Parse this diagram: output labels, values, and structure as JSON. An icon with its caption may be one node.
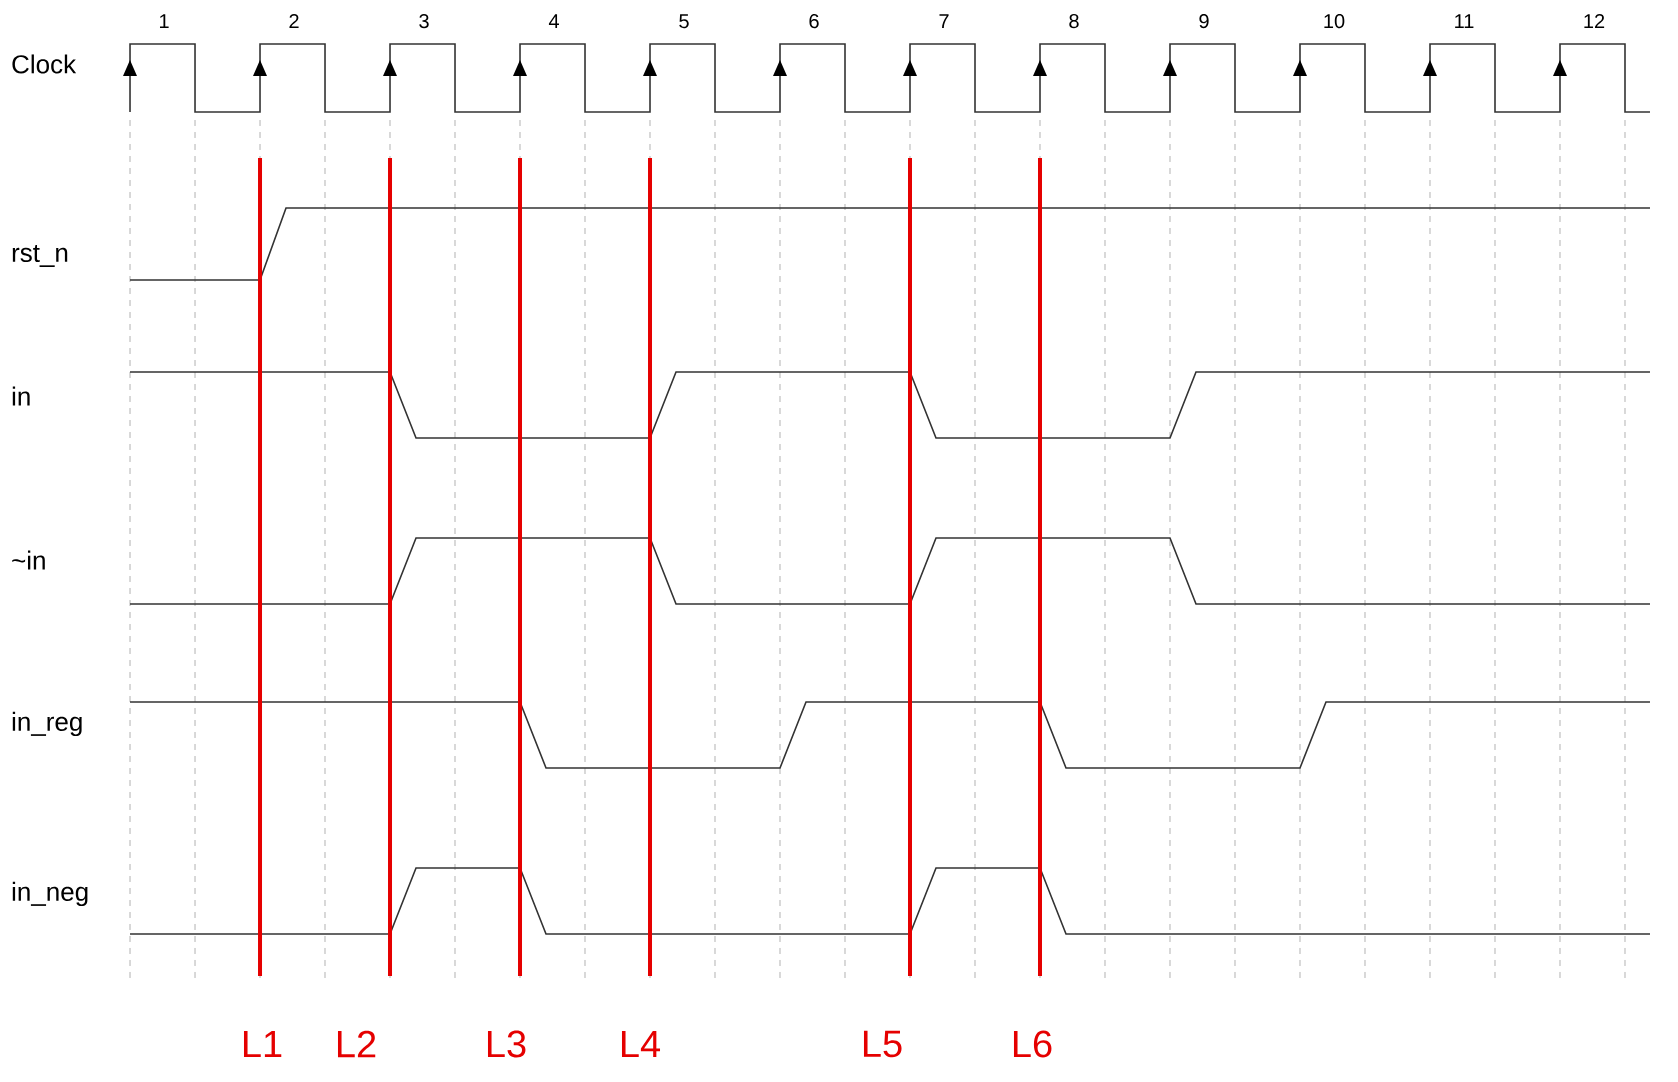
{
  "diagram": {
    "labels": [
      "1",
      "2",
      "3",
      "4",
      "5",
      "6",
      "7",
      "8",
      "9",
      "10",
      "11",
      "12",
      "Clock",
      "rst_n",
      "in",
      "~in",
      "in_reg",
      "in_neg",
      "L1",
      "L2",
      "L3",
      "L4",
      "L5",
      "L6"
    ]
  }
}
